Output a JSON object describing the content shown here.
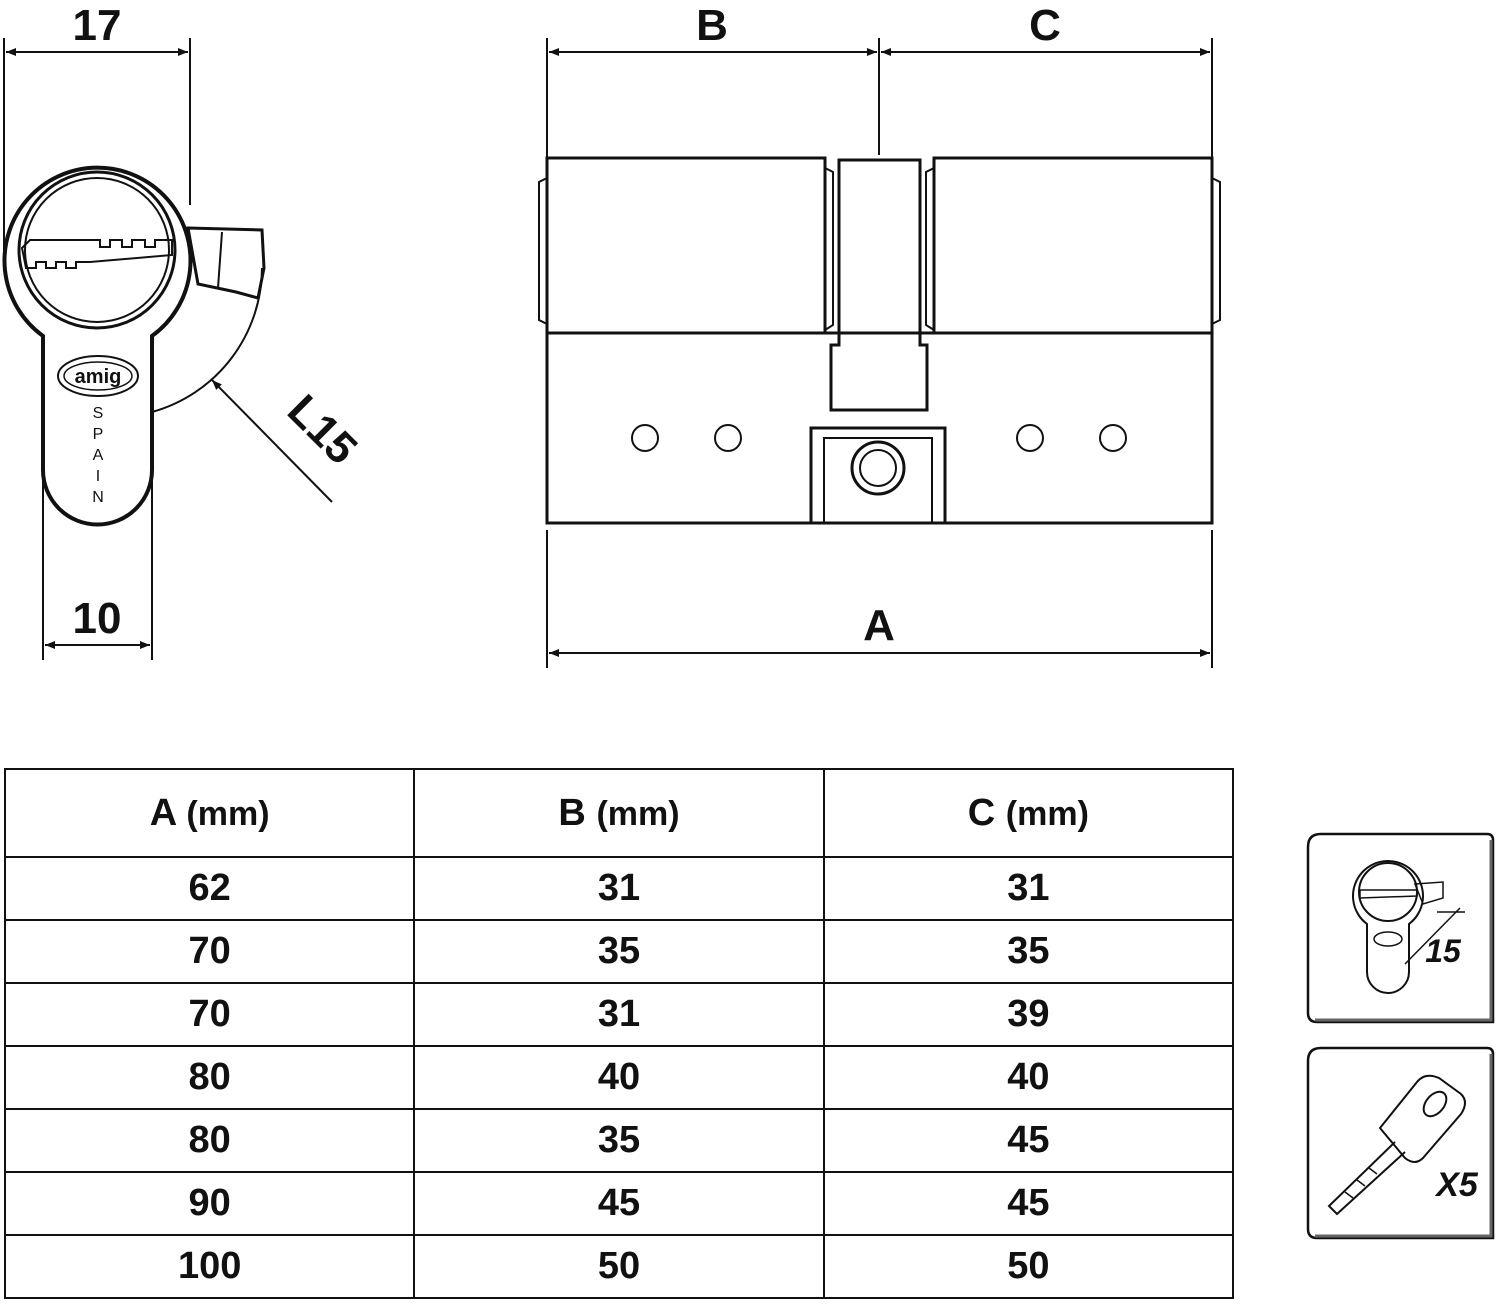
{
  "side_view": {
    "width_label": "17",
    "bottom_label": "10",
    "radius_label": "L15",
    "logo_text": "amig",
    "spain_letters": [
      "S",
      "P",
      "A",
      "I",
      "N"
    ]
  },
  "front_view": {
    "label_b": "B",
    "label_c": "C",
    "label_a": "A"
  },
  "table": {
    "headers": [
      {
        "letter": "A",
        "unit": "(mm)"
      },
      {
        "letter": "B",
        "unit": "(mm)"
      },
      {
        "letter": "C",
        "unit": "(mm)"
      }
    ],
    "rows": [
      [
        "62",
        "31",
        "31"
      ],
      [
        "70",
        "35",
        "35"
      ],
      [
        "70",
        "31",
        "39"
      ],
      [
        "80",
        "40",
        "40"
      ],
      [
        "80",
        "35",
        "45"
      ],
      [
        "90",
        "45",
        "45"
      ],
      [
        "100",
        "50",
        "50"
      ]
    ]
  },
  "badges": {
    "cam_label": "15",
    "keys_label": "X5"
  }
}
